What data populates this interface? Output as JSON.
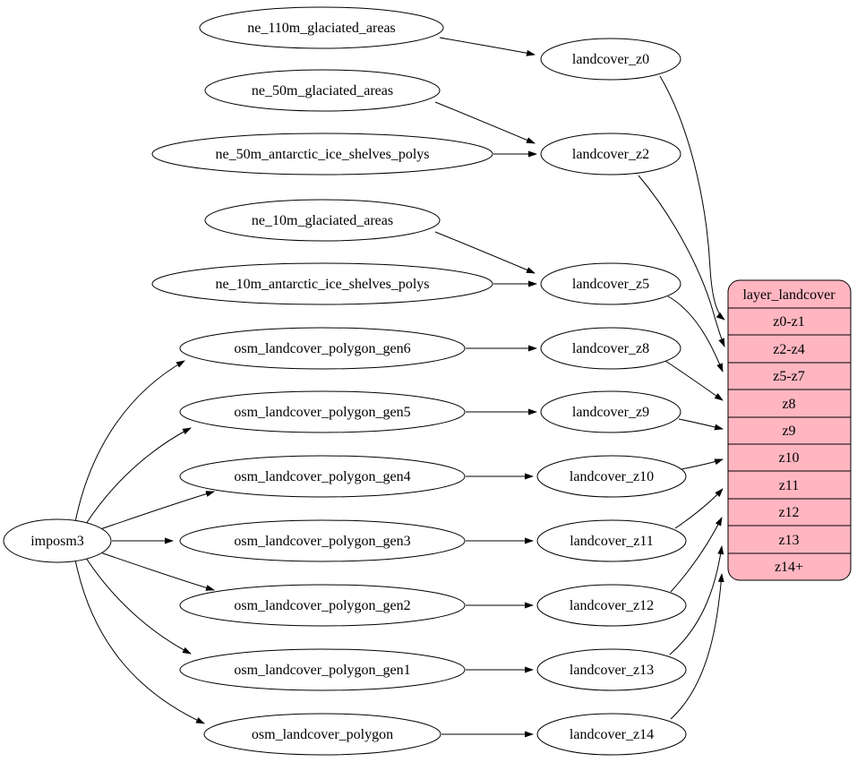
{
  "nodes": {
    "root": {
      "label": "imposm3"
    },
    "sources": [
      {
        "label": "ne_110m_glaciated_areas"
      },
      {
        "label": "ne_50m_glaciated_areas"
      },
      {
        "label": "ne_50m_antarctic_ice_shelves_polys"
      },
      {
        "label": "ne_10m_glaciated_areas"
      },
      {
        "label": "ne_10m_antarctic_ice_shelves_polys"
      },
      {
        "label": "osm_landcover_polygon_gen6"
      },
      {
        "label": "osm_landcover_polygon_gen5"
      },
      {
        "label": "osm_landcover_polygon_gen4"
      },
      {
        "label": "osm_landcover_polygon_gen3"
      },
      {
        "label": "osm_landcover_polygon_gen2"
      },
      {
        "label": "osm_landcover_polygon_gen1"
      },
      {
        "label": "osm_landcover_polygon"
      }
    ],
    "intermediates": [
      {
        "label": "landcover_z0"
      },
      {
        "label": "landcover_z2"
      },
      {
        "label": "landcover_z5"
      },
      {
        "label": "landcover_z8"
      },
      {
        "label": "landcover_z9"
      },
      {
        "label": "landcover_z10"
      },
      {
        "label": "landcover_z11"
      },
      {
        "label": "landcover_z12"
      },
      {
        "label": "landcover_z13"
      },
      {
        "label": "landcover_z14"
      }
    ],
    "record": {
      "title": "layer_landcover",
      "rows": [
        "z0-z1",
        "z2-z4",
        "z5-z7",
        "z8",
        "z9",
        "z10",
        "z11",
        "z12",
        "z13",
        "z14+"
      ]
    }
  },
  "edges": [
    [
      "imposm3",
      "osm_landcover_polygon_gen6"
    ],
    [
      "imposm3",
      "osm_landcover_polygon_gen5"
    ],
    [
      "imposm3",
      "osm_landcover_polygon_gen4"
    ],
    [
      "imposm3",
      "osm_landcover_polygon_gen3"
    ],
    [
      "imposm3",
      "osm_landcover_polygon_gen2"
    ],
    [
      "imposm3",
      "osm_landcover_polygon_gen1"
    ],
    [
      "imposm3",
      "osm_landcover_polygon"
    ],
    [
      "ne_110m_glaciated_areas",
      "landcover_z0"
    ],
    [
      "ne_50m_glaciated_areas",
      "landcover_z2"
    ],
    [
      "ne_50m_antarctic_ice_shelves_polys",
      "landcover_z2"
    ],
    [
      "ne_10m_glaciated_areas",
      "landcover_z5"
    ],
    [
      "ne_10m_antarctic_ice_shelves_polys",
      "landcover_z5"
    ],
    [
      "osm_landcover_polygon_gen6",
      "landcover_z8"
    ],
    [
      "osm_landcover_polygon_gen5",
      "landcover_z9"
    ],
    [
      "osm_landcover_polygon_gen4",
      "landcover_z10"
    ],
    [
      "osm_landcover_polygon_gen3",
      "landcover_z11"
    ],
    [
      "osm_landcover_polygon_gen2",
      "landcover_z12"
    ],
    [
      "osm_landcover_polygon_gen1",
      "landcover_z13"
    ],
    [
      "osm_landcover_polygon",
      "landcover_z14"
    ],
    [
      "landcover_z0",
      "layer_landcover:z0-z1"
    ],
    [
      "landcover_z2",
      "layer_landcover:z2-z4"
    ],
    [
      "landcover_z5",
      "layer_landcover:z5-z7"
    ],
    [
      "landcover_z8",
      "layer_landcover:z8"
    ],
    [
      "landcover_z9",
      "layer_landcover:z9"
    ],
    [
      "landcover_z10",
      "layer_landcover:z10"
    ],
    [
      "landcover_z11",
      "layer_landcover:z11"
    ],
    [
      "landcover_z12",
      "layer_landcover:z12"
    ],
    [
      "landcover_z13",
      "layer_landcover:z13"
    ],
    [
      "landcover_z14",
      "layer_landcover:z14+"
    ]
  ],
  "colors": {
    "background": "#ffffff",
    "node_fill": "#ffffff",
    "record_fill": "#ffb6c1",
    "stroke": "#000000",
    "text": "#000000"
  }
}
